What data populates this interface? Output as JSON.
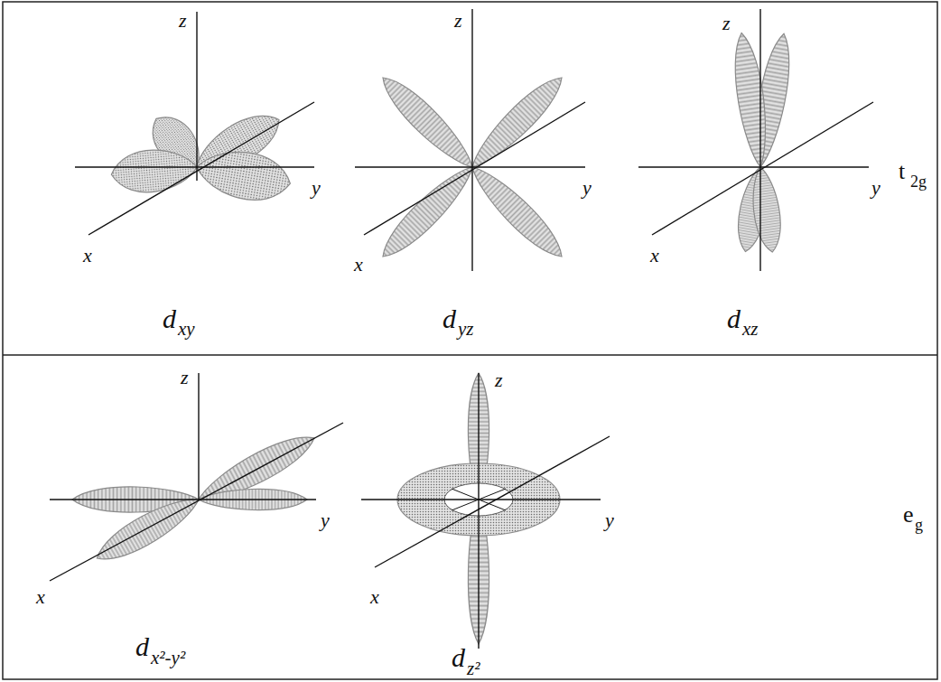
{
  "diagram": {
    "labels": [
      "z",
      "y",
      "x",
      "d",
      "xy",
      "z",
      "y",
      "x",
      "d",
      "yz",
      "z",
      "y",
      "x",
      "d",
      "xz",
      "t",
      "2g",
      "z",
      "y",
      "x",
      "d",
      "x²-y²",
      "z",
      "y",
      "x",
      "d",
      "z²",
      "e",
      "g"
    ]
  }
}
